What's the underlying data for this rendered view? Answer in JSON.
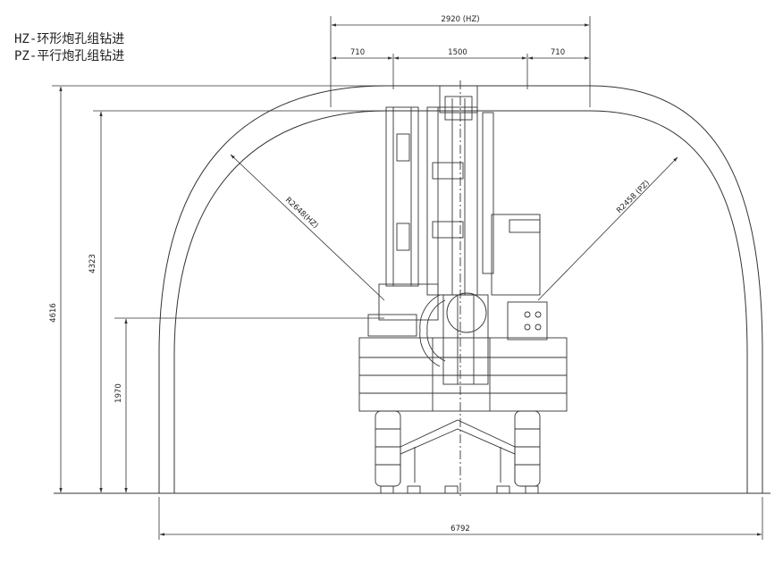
{
  "legend": {
    "hz": "HZ-环形炮孔组钻进",
    "pz": "PZ-平行炮孔组钻进"
  },
  "dimensions": {
    "total_width_hz": "2920 (HZ)",
    "left_offset": "710",
    "center_span": "1500",
    "right_offset": "710",
    "tunnel_height": "4616",
    "arc_height": "4323",
    "lower_height": "1970",
    "tunnel_width": "6792",
    "radius_hz": "R2648(HZ)",
    "radius_pz": "R2458 (PZ)"
  },
  "colors": {
    "line": "#333333",
    "background": "#ffffff"
  }
}
